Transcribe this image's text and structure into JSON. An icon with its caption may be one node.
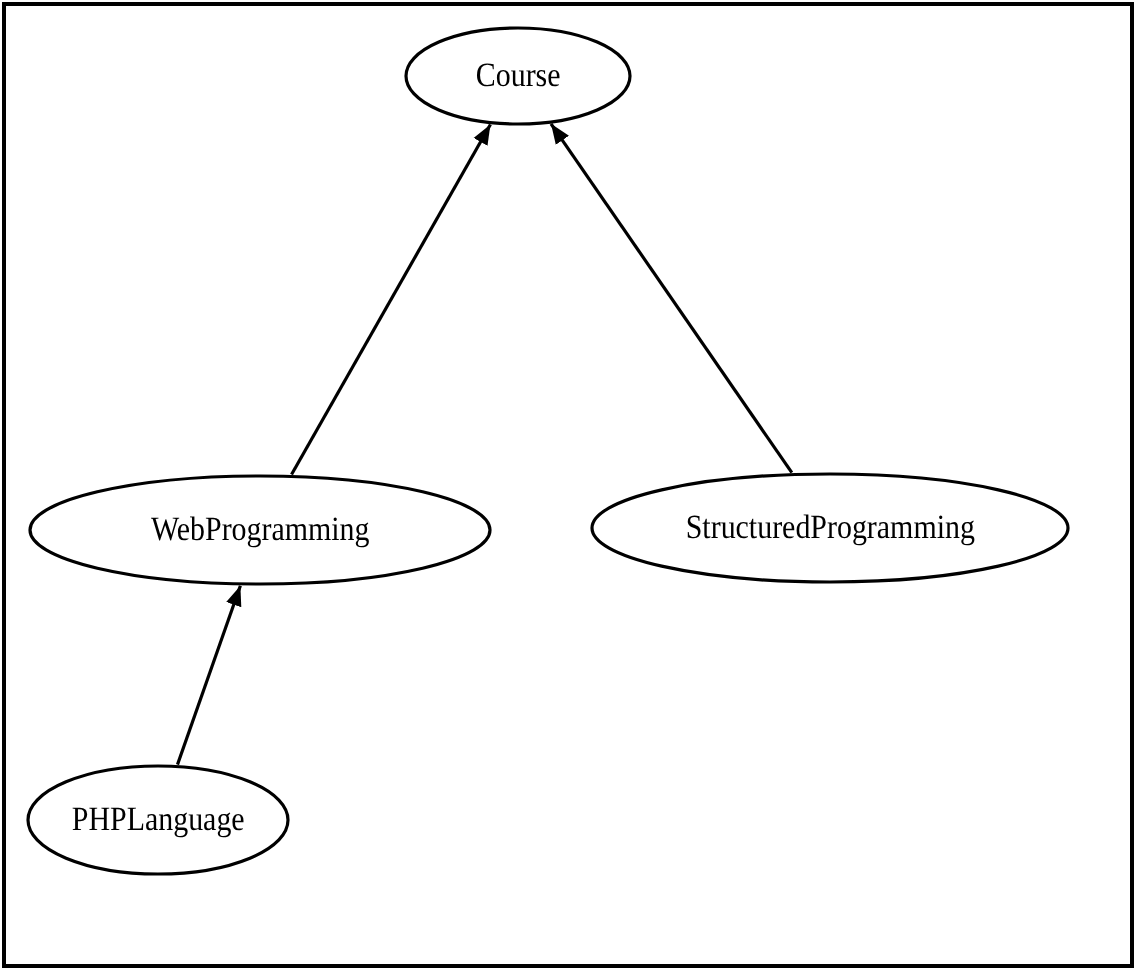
{
  "diagram": {
    "nodes": [
      {
        "text": [
          "Course"
        ]
      },
      {
        "text": [
          "WebProgramming"
        ]
      },
      {
        "text": [
          "StructuredProgramming"
        ]
      },
      {
        "text": [
          "PHPLanguage"
        ]
      }
    ],
    "edges": [
      {
        "from": 1,
        "to": 0,
        "arrow": "to"
      },
      {
        "from": 2,
        "to": 0,
        "arrow": "to"
      },
      {
        "from": 3,
        "to": 1,
        "arrow": "to"
      }
    ]
  }
}
